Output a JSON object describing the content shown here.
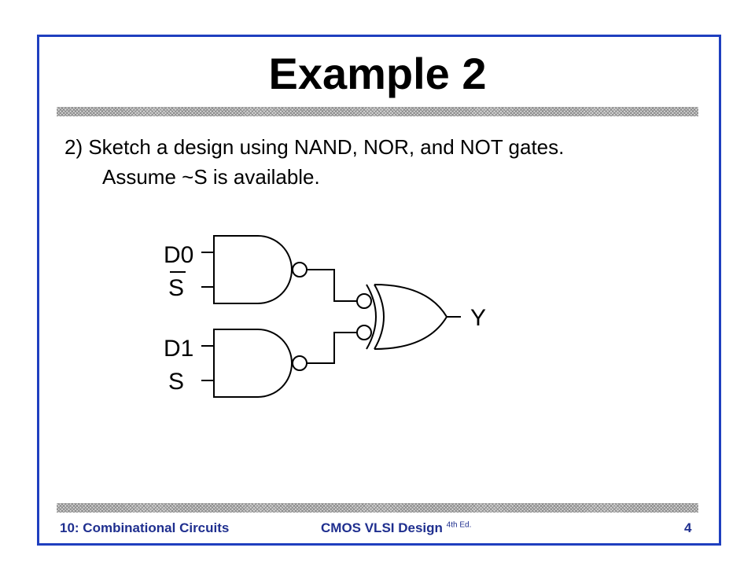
{
  "slide": {
    "title": "Example 2",
    "body_line_1": "2) Sketch a design using NAND, NOR, and NOT gates.",
    "body_line_2": "Assume ~S is available."
  },
  "circuit": {
    "label_d0": "D0",
    "label_s_bar": "S",
    "label_d1": "D1",
    "label_s": "S",
    "label_y": "Y"
  },
  "footer": {
    "left": "10: Combinational Circuits",
    "center": "CMOS VLSI Design",
    "center_superscript": "4th Ed.",
    "page_number": "4"
  },
  "colors": {
    "frame": "#1f3fbf",
    "footer_text": "#1f2f8f"
  }
}
